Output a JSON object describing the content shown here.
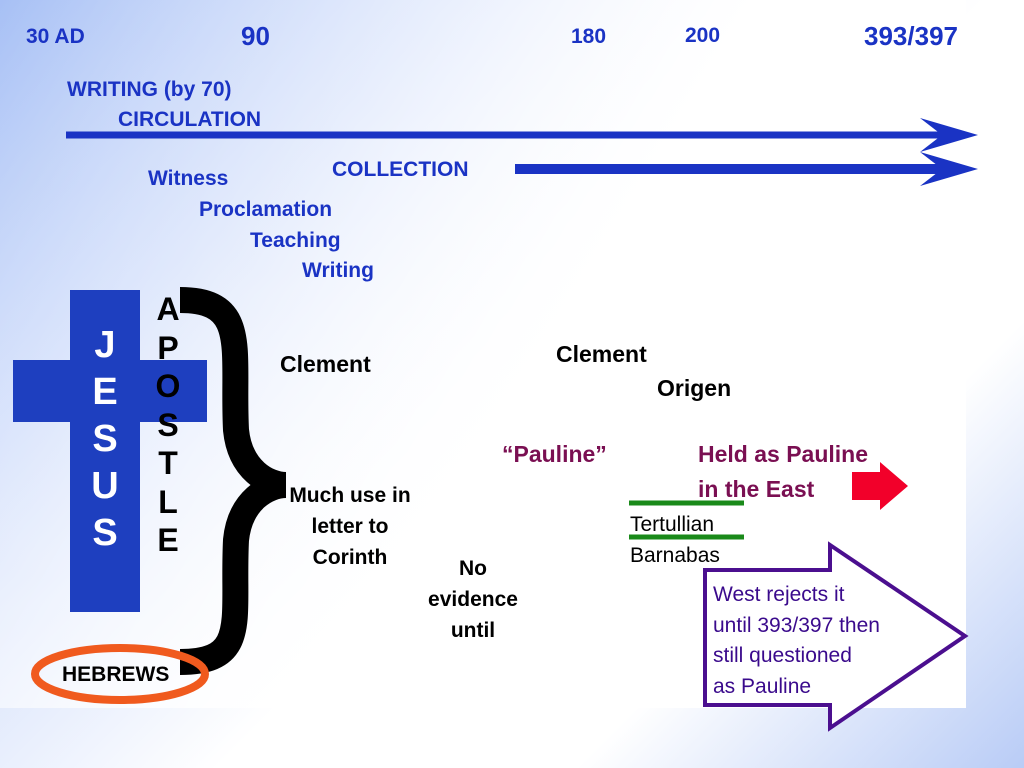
{
  "timeline": {
    "y30": "30 AD",
    "y90": "90",
    "y180": "180",
    "y200": "200",
    "y393": "393/397"
  },
  "stages": {
    "writing": "WRITING (by 70)",
    "circulation": "CIRCULATION",
    "collection": "COLLECTION"
  },
  "process": [
    "Witness",
    "Proclamation",
    "Teaching",
    "Writing"
  ],
  "jesus": [
    "J",
    "E",
    "S",
    "U",
    "S"
  ],
  "apostle": [
    "A",
    "P",
    "O",
    "S",
    "T",
    "L",
    "E"
  ],
  "notes": {
    "clement1": "Clement",
    "much_use_1": "Much use in",
    "much_use_2": "letter to",
    "much_use_3": "Corinth",
    "no_evidence_1": "No",
    "no_evidence_2": "evidence",
    "no_evidence_3": "until",
    "clement2": "Clement",
    "origen": "Origen",
    "pauline": "“Pauline”",
    "held_1": "Held as Pauline",
    "held_2": "in the East",
    "tertullian": "Tertullian",
    "barnabas": "Barnabas"
  },
  "west": [
    "West rejects it",
    "until 393/397 then",
    "still questioned",
    "as Pauline"
  ],
  "hebrews": "HEBREWS",
  "colors": {
    "timeline_blue": "#1a33c4",
    "cross_blue": "#1e3fbf",
    "hebrews_ring": "#f05a1e",
    "pauline_maroon": "#7a0f52",
    "east_arrow_red": "#f2002a",
    "underline_green": "#1a8a1a",
    "west_arrow_purple": "#4b0f8f"
  }
}
